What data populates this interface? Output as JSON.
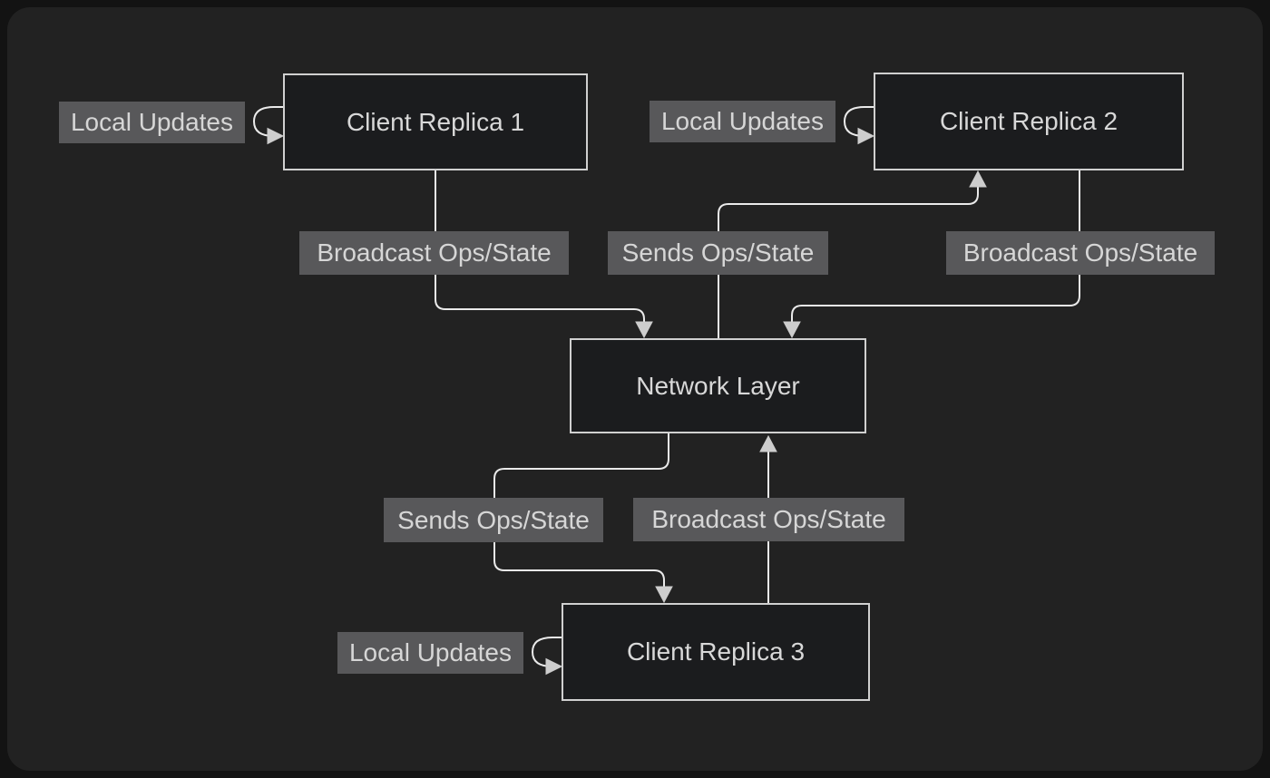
{
  "diagram": {
    "type": "flowchart",
    "theme": {
      "page_bg": "#131313",
      "canvas_bg": "#222222",
      "node_fill": "#1b1c1e",
      "node_border": "#d0d0d0",
      "node_text": "#d8d8d8",
      "edge_line": "#eaeaea",
      "arrowhead": "#cdcdcd",
      "label_bg": "#58585a",
      "label_text": "#d6d6d6"
    },
    "nodes": [
      {
        "id": "client1",
        "label": "Client Replica 1"
      },
      {
        "id": "client2",
        "label": "Client Replica 2"
      },
      {
        "id": "network",
        "label": "Network Layer"
      },
      {
        "id": "client3",
        "label": "Client Replica 3"
      }
    ],
    "edges": [
      {
        "from": "client1",
        "to": "client1",
        "label": "Local Updates"
      },
      {
        "from": "client2",
        "to": "client2",
        "label": "Local Updates"
      },
      {
        "from": "client1",
        "to": "network",
        "label": "Broadcast Ops/State"
      },
      {
        "from": "network",
        "to": "client2",
        "label": "Sends Ops/State"
      },
      {
        "from": "client2",
        "to": "network",
        "label": "Broadcast Ops/State"
      },
      {
        "from": "network",
        "to": "client3",
        "label": "Sends Ops/State"
      },
      {
        "from": "client3",
        "to": "network",
        "label": "Broadcast Ops/State"
      },
      {
        "from": "client3",
        "to": "client3",
        "label": "Local Updates"
      }
    ]
  }
}
